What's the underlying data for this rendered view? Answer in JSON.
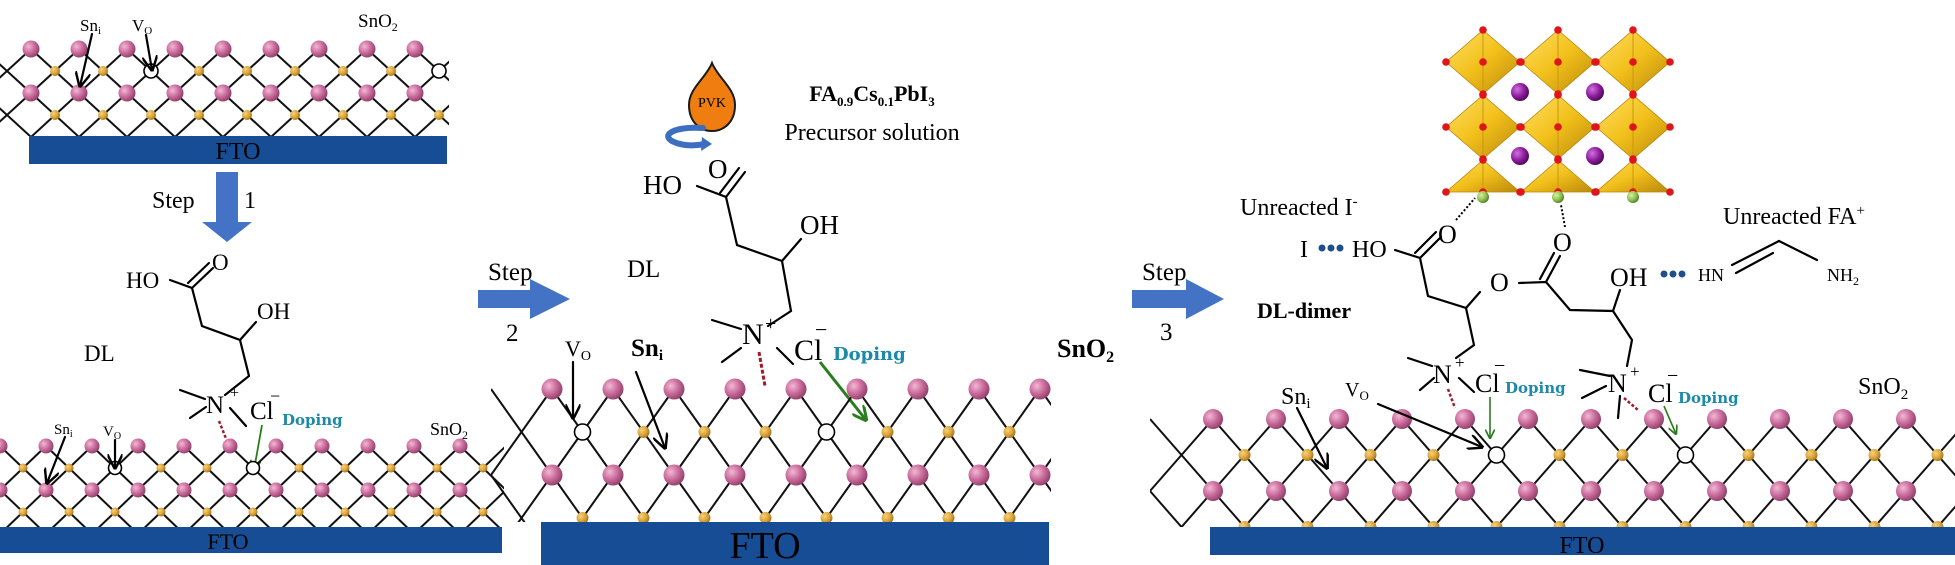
{
  "colors": {
    "fto": "#164d94",
    "sn_atom": "#c8699a",
    "o_atom": "#d9a23a",
    "arrow_blue": "#4472c4",
    "doping_text": "#1b8aa8",
    "green_arrow": "#2a7d1e",
    "red_dash": "#a01a2a",
    "pvk_drop": "#f07d10",
    "octahedron": "#f2c01a",
    "octa_corner": "#e0151b",
    "a_site": "#8a1a9a",
    "halide": "#8cc050",
    "h_bond_dots": "#1f4e8c"
  },
  "panel1": {
    "top_slab": {
      "fto": "FTO",
      "sn_i": "Sn",
      "sn_i_sub": "i",
      "v_o": "V",
      "v_o_sub": "O",
      "sno2": "SnO",
      "sno2_sub": "2"
    },
    "step": {
      "word": "Step",
      "num": "1"
    },
    "molecule": {
      "name": "DL",
      "ho": "HO",
      "o": "O",
      "oh": "OH",
      "n": "N",
      "plus": "+",
      "cl": "Cl",
      "minus": "−",
      "doping": "Doping"
    },
    "bottom_slab": {
      "fto": "FTO",
      "sn_i": "Sn",
      "sn_i_sub": "i",
      "v_o": "V",
      "v_o_sub": "O",
      "sno2": "SnO",
      "sno2_sub": "2"
    }
  },
  "panel2": {
    "step": {
      "word": "Step",
      "num": "2"
    },
    "pvk": {
      "drop_label": "PVK",
      "formula_fa": "FA",
      "formula_fa_sub": "0.9",
      "formula_cs": "Cs",
      "formula_cs_sub": "0.1",
      "formula_pb": "PbI",
      "formula_pb_sub": "3",
      "solution": "Precursor solution"
    },
    "molecule": {
      "name": "DL",
      "ho": "HO",
      "o": "O",
      "oh": "OH",
      "n": "N",
      "plus": "+",
      "cl": "Cl",
      "minus": "−",
      "doping": "Doping"
    },
    "slab": {
      "fto": "FTO",
      "sn_i": "Sn",
      "sn_i_sub": "i",
      "v_o": "V",
      "v_o_sub": "O",
      "sno2": "SnO",
      "sno2_sub": "2"
    }
  },
  "panel3": {
    "step": {
      "word": "Step",
      "num": "3"
    },
    "labels": {
      "unreacted_i": "Unreacted I",
      "unreacted_i_sup": "-",
      "i_atom": "I",
      "unreacted_fa": "Unreacted FA",
      "unreacted_fa_sup": "+",
      "dimer": "DL-dimer",
      "ho": "HO",
      "o": "O",
      "oh": "OH",
      "hn": "HN",
      "nh2": "NH",
      "nh2_sub": "2",
      "n": "N",
      "plus": "+",
      "cl": "Cl",
      "minus": "−",
      "doping": "Doping"
    },
    "slab": {
      "fto": "FTO",
      "sn_i": "Sn",
      "sn_i_sub": "i",
      "v_o": "V",
      "v_o_sub": "O",
      "sno2": "SnO",
      "sno2_sub": "2"
    }
  }
}
